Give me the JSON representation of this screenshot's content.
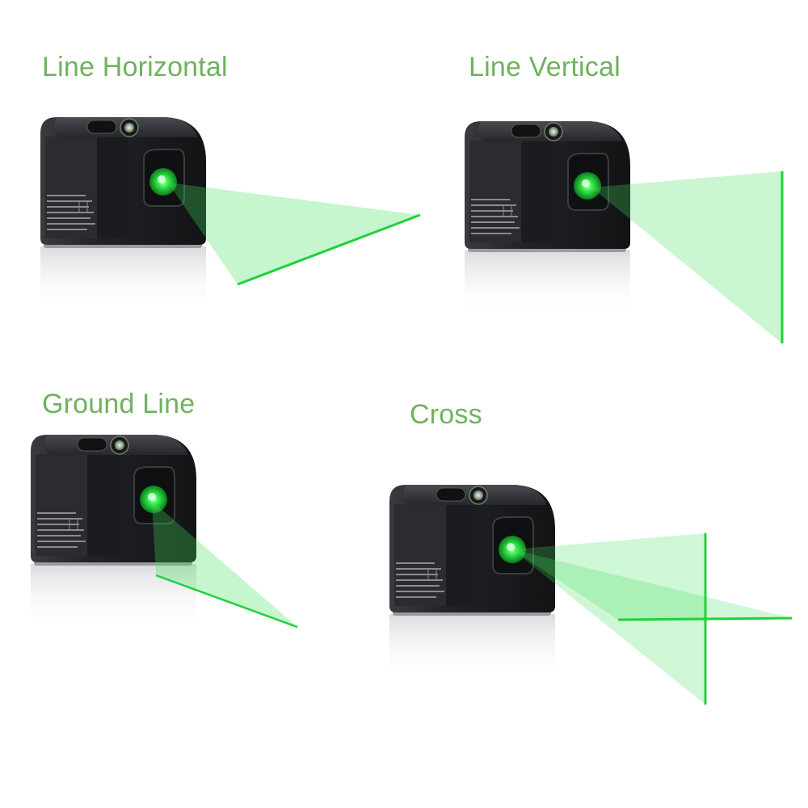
{
  "labels": {
    "horizontal": "Line Horizontal",
    "vertical": "Line Vertical",
    "ground": "Ground Line",
    "cross": "Cross"
  },
  "colors": {
    "accent": "#6fb25e",
    "laser": "#1fd13a",
    "body": "#232427"
  },
  "icons": {
    "device": "laser-level-device-icon",
    "aperture": "laser-aperture-icon",
    "bubble": "bubble-level-icon",
    "button": "power-button-icon"
  }
}
